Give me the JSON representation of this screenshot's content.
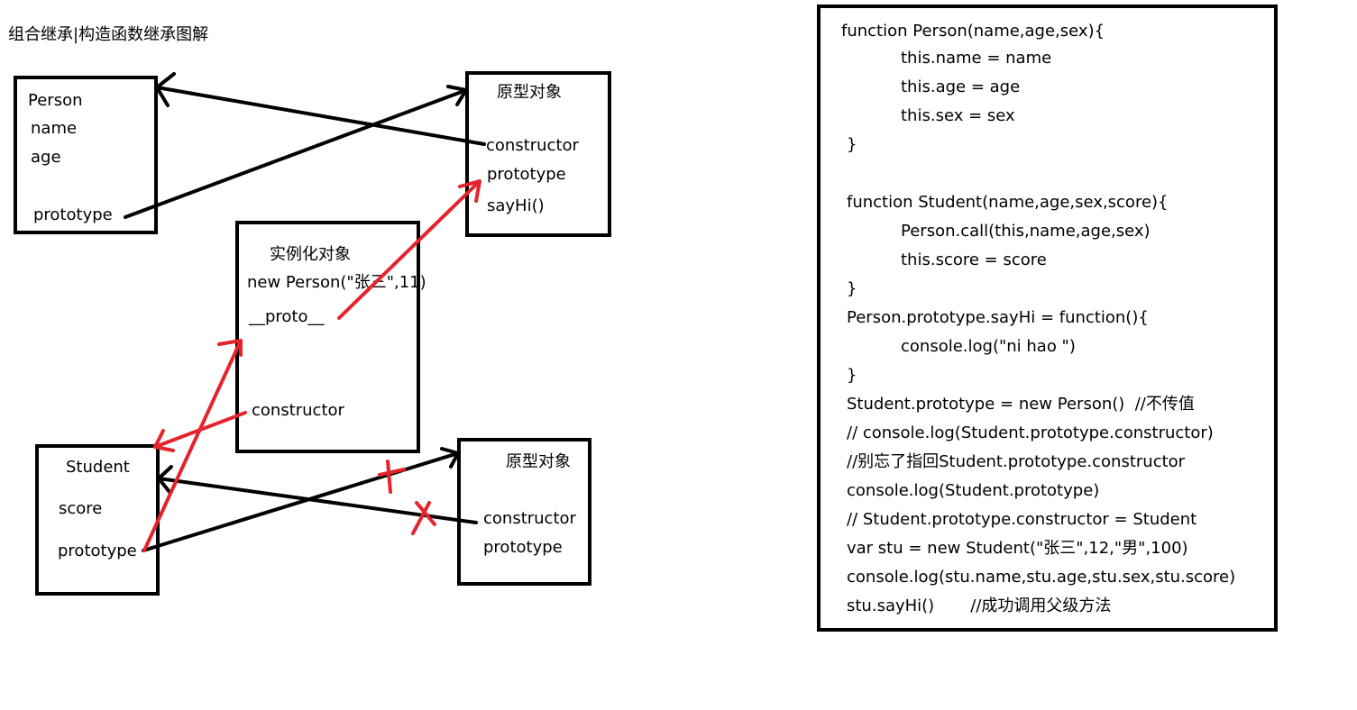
{
  "title": "组合继承|构造函数继承图解",
  "person_box": {
    "title": "Person",
    "name": "name",
    "age": "age",
    "prototype": "prototype"
  },
  "person_proto_box": {
    "title": "原型对象",
    "constructor": "constructor",
    "prototype": "prototype",
    "sayhi": "sayHi()"
  },
  "instance_box": {
    "title": "实例化对象",
    "expr": "new Person(\"张三\",11)",
    "proto": "__proto__",
    "constructor": "constructor"
  },
  "student_box": {
    "title": "Student",
    "score": "score",
    "prototype": "prototype"
  },
  "student_proto_box": {
    "title": "原型对象",
    "constructor": "constructor",
    "prototype": "prototype"
  },
  "code_lines": [
    "function Person(name,age,sex){",
    "this.name = name",
    "this.age = age",
    "this.sex = sex",
    "}",
    "function Student(name,age,sex,score){",
    "Person.call(this,name,age,sex)",
    "this.score = score",
    "}",
    "Person.prototype.sayHi = function(){",
    "console.log(\"ni hao \")",
    "}",
    "Student.prototype = new Person()  //不传值",
    "// console.log(Student.prototype.constructor)",
    "//别忘了指回Student.prototype.constructor",
    "console.log(Student.prototype)",
    "// Student.prototype.constructor = Student",
    "var stu = new Student(\"张三\",12,\"男\",100)",
    "console.log(stu.name,stu.age,stu.sex,stu.score)",
    "stu.sayHi()       //成功调用父级方法"
  ],
  "colors": {
    "black_arrow": "#000000",
    "red_arrow": "#e5232b"
  }
}
